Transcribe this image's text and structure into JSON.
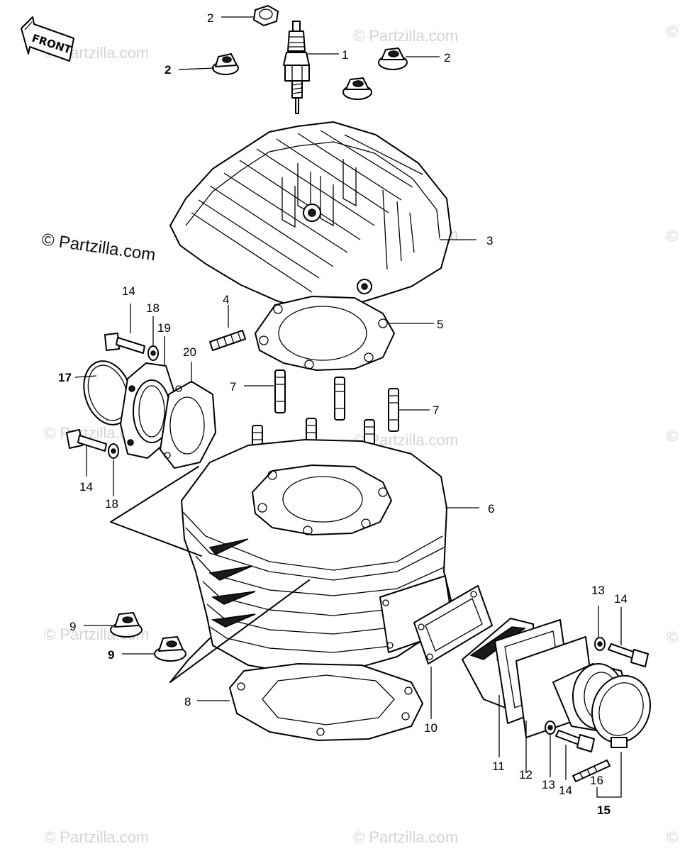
{
  "watermark": {
    "main_text": "© Partzilla.com",
    "faint_text": "© Partzilla.com",
    "faint_symbol": "©"
  },
  "front_arrow": {
    "text": "FRONT"
  },
  "callouts": {
    "c1": "1",
    "c2a": "2",
    "c2b": "2",
    "c2c": "2",
    "c3": "3",
    "c4": "4",
    "c5": "5",
    "c6": "6",
    "c7a": "7",
    "c7b": "7",
    "c8": "8",
    "c9a": "9",
    "c9b": "9",
    "c10": "10",
    "c11": "11",
    "c12": "12",
    "c13a": "13",
    "c13b": "13",
    "c14a": "14",
    "c14b": "14",
    "c14c": "14",
    "c14d": "14",
    "c15": "15",
    "c16": "16",
    "c17": "17",
    "c18a": "18",
    "c18b": "18",
    "c19": "19",
    "c20": "20"
  },
  "colors": {
    "line": "#000000",
    "watermark": "#d4d4d4",
    "background": "#ffffff"
  }
}
